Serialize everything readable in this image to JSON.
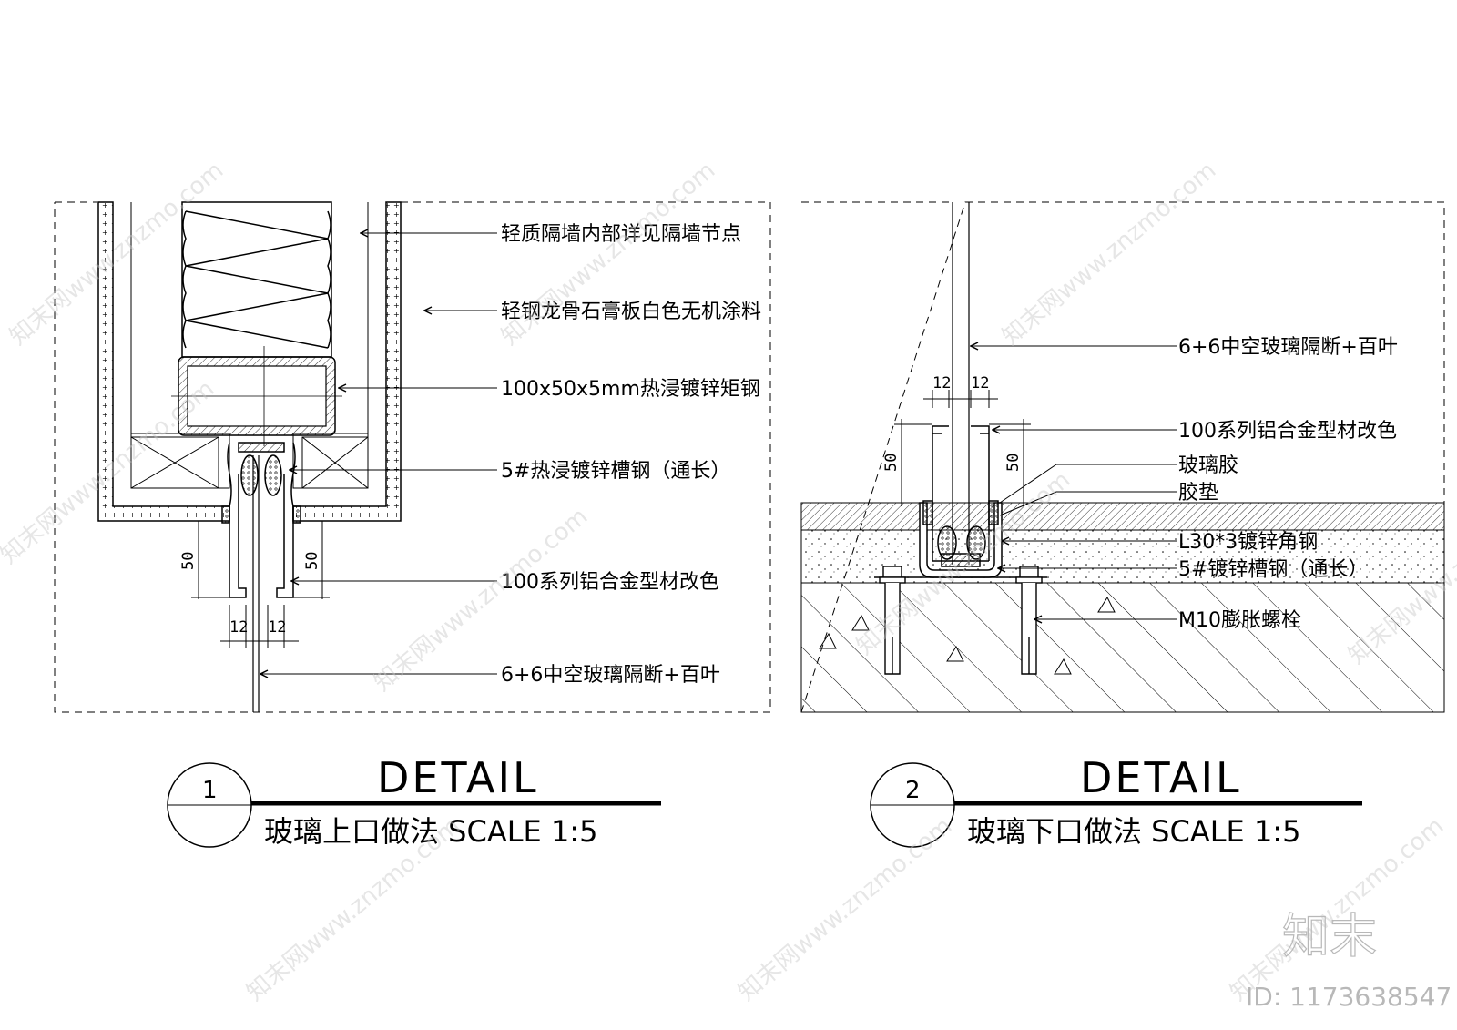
{
  "detail1": {
    "labels": {
      "partition": "轻质隔墙内部详见隔墙节点",
      "gypsum": "轻钢龙骨石膏板白色无机涂料",
      "rect_steel": "100x50x5mm热浸镀锌矩钢",
      "channel": "5#热浸镀锌槽钢（通长）",
      "alu_profile": "100系列铝合金型材改色",
      "glass": "6+6中空玻璃隔断+百叶"
    },
    "dims": {
      "left_50": "50",
      "right_50": "50",
      "left_12": "12",
      "right_12": "12"
    },
    "title": {
      "number": "1",
      "main": "DETAIL",
      "sub": "玻璃上口做法  SCALE 1:5"
    }
  },
  "detail2": {
    "labels": {
      "glass": "6+6中空玻璃隔断+百叶",
      "alu_profile": "100系列铝合金型材改色",
      "sealant": "玻璃胶",
      "gasket": "胶垫",
      "angle": "L30*3镀锌角钢",
      "channel": "5#镀锌槽钢（通长）",
      "bolt": "M10膨胀螺栓"
    },
    "dims": {
      "left_50": "50",
      "right_50": "50",
      "left_12": "12",
      "right_12": "12"
    },
    "title": {
      "number": "2",
      "main": "DETAIL",
      "sub": "玻璃下口做法  SCALE 1:5"
    }
  },
  "watermark": {
    "text": "知末网www.znzmo.com",
    "logo": "知末",
    "id": "ID: 1173638547"
  },
  "colors": {
    "line": "#000000",
    "watermark": "#c8c8c8"
  }
}
